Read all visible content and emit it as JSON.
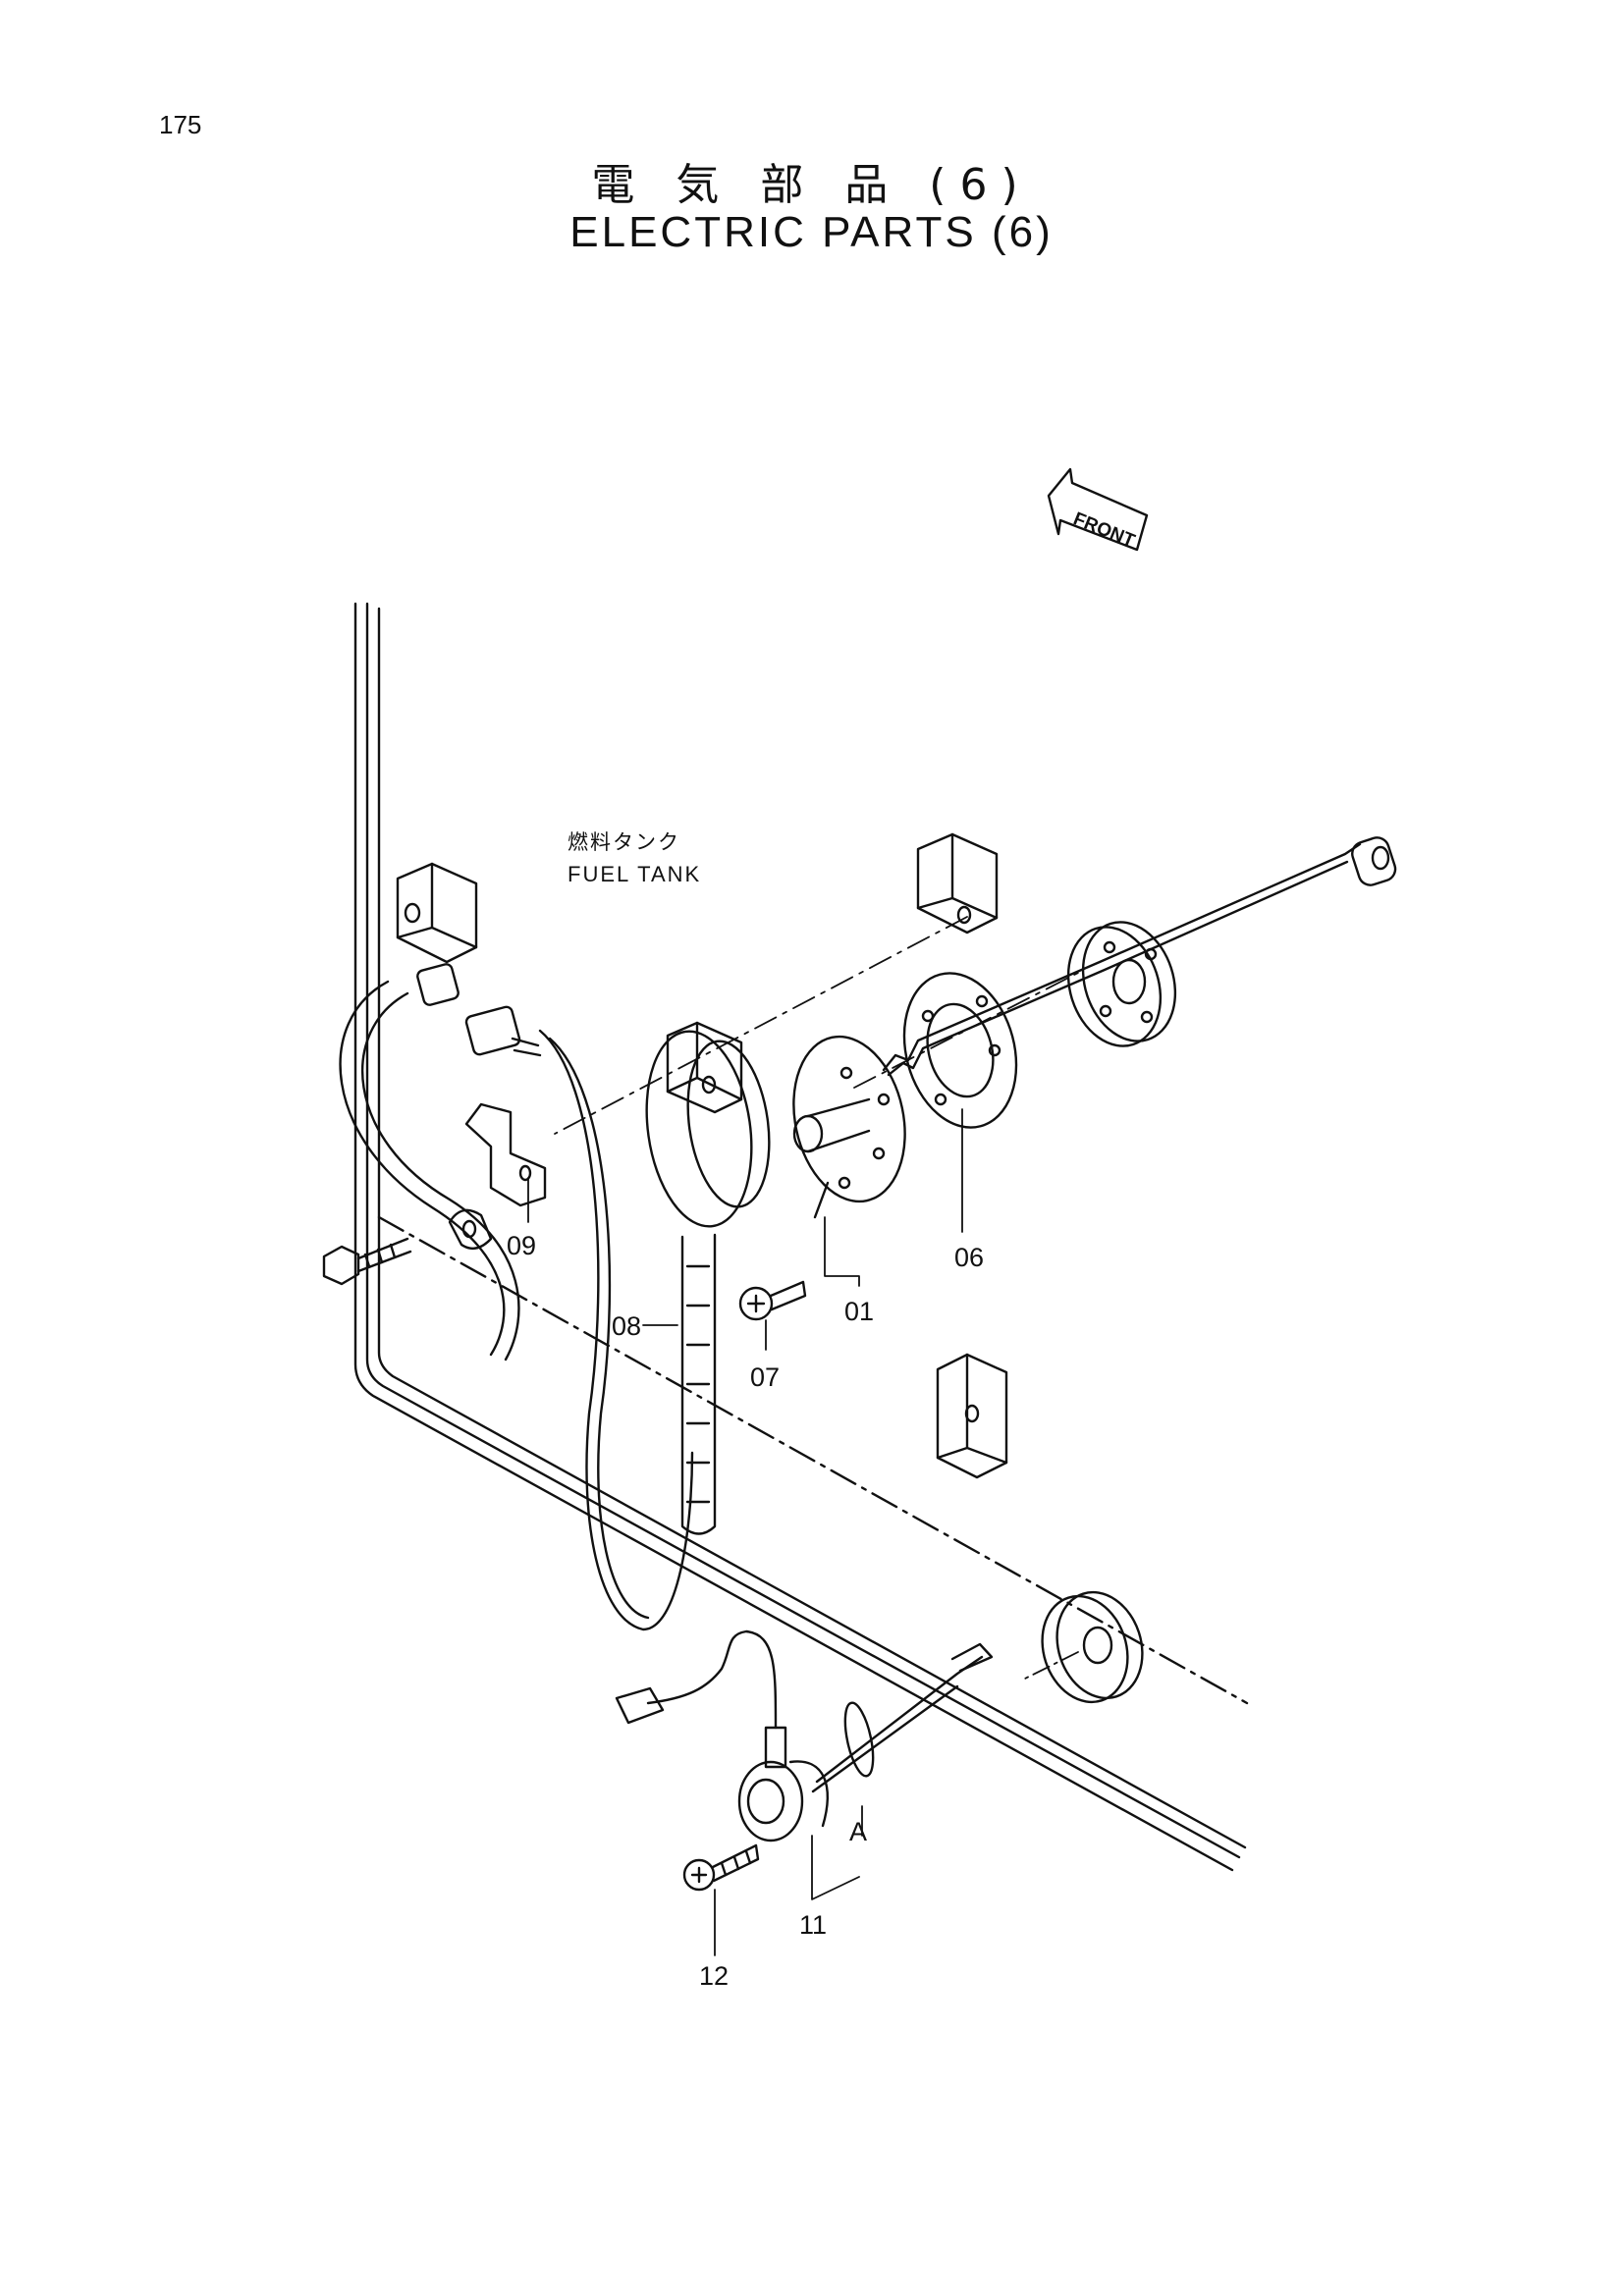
{
  "page": {
    "number": "175"
  },
  "title": {
    "japanese": "電 気 部 品 (6)",
    "english": "ELECTRIC PARTS (6)"
  },
  "orientation": {
    "label": "FRONT"
  },
  "annotations": {
    "tank_jp": "燃料タンク",
    "tank_en": "FUEL TANK",
    "detail": "A"
  },
  "part_labels": {
    "p01": "01",
    "p06": "06",
    "p07": "07",
    "p08": "08",
    "p09": "09",
    "p11": "11",
    "p12": "12"
  }
}
